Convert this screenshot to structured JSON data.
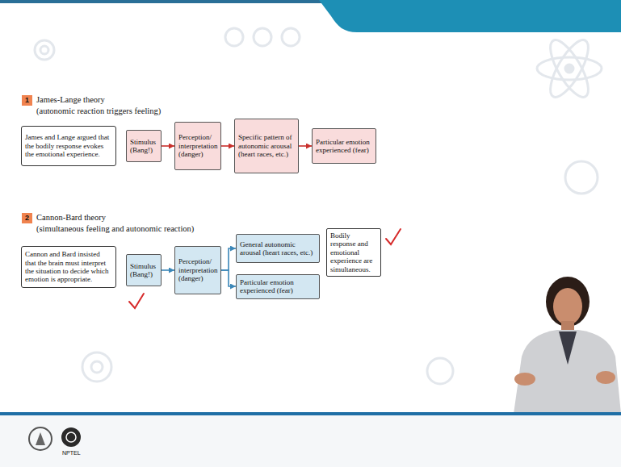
{
  "diagram": {
    "nodes": [
      {
        "text": [
          "1"
        ]
      },
      {
        "text": [
          "James and Lange argued that the bodily response evokes the emotional experience."
        ]
      },
      {
        "text": [
          "Stimulus (Bang!)"
        ]
      },
      {
        "text": [
          "Perception/ interpretation (danger)"
        ]
      },
      {
        "text": [
          "Specific pattern of autonomic arousal (heart races, etc.)"
        ]
      },
      {
        "text": [
          "Particular emotion experienced (fear)"
        ]
      },
      {
        "text": [
          "2"
        ]
      },
      {
        "text": [
          "Cannon and Bard insisted that the brain must interpret the situation to decide which emotion is appropriate."
        ]
      },
      {
        "text": [
          "Stimulus (Bang!)"
        ]
      },
      {
        "text": [
          "Perception/ interpretation (danger)"
        ]
      },
      {
        "text": [
          "General autonomic arousal (heart races, etc.)"
        ]
      },
      {
        "text": [
          "Particular emotion experienced (fear)"
        ]
      },
      {
        "text": [
          "Bodily response and emotional experience are simultaneous."
        ]
      }
    ],
    "edges": [
      {
        "from": 2,
        "to": 3,
        "arrow": "to"
      },
      {
        "from": 3,
        "to": 4,
        "arrow": "to"
      },
      {
        "from": 4,
        "to": 5,
        "arrow": "to"
      },
      {
        "from": 8,
        "to": 9,
        "arrow": "to"
      },
      {
        "from": 9,
        "to": 10,
        "arrow": "to"
      },
      {
        "from": 9,
        "to": 11,
        "arrow": "to"
      }
    ],
    "labels": [
      "James-Lange theory",
      "(autonomic reaction triggers feeling)",
      "Cannon-Bard theory",
      "(simultaneous feeling and autonomic reaction)",
      "NPTEL"
    ]
  }
}
